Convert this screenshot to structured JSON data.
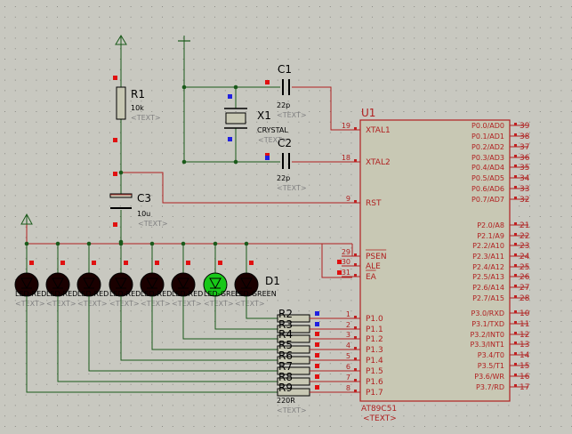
{
  "colors": {
    "background": "#c8c8c0",
    "grid_dot": "#8a8a84",
    "wire": "#1a5a1a",
    "pin": "#c02020",
    "body": "#c8c8b4",
    "outline": "#b02020",
    "text": "#000000",
    "hint": "#808080",
    "led_red": "#1a0000",
    "led_green": "#18c818",
    "marker_red": "#e01010",
    "marker_blue": "#2020e0"
  },
  "chip": {
    "ref": "U1",
    "part": "AT89C51",
    "text": "<TEXT>",
    "left_pins": [
      {
        "num": "19",
        "name": "XTAL1"
      },
      {
        "num": "18",
        "name": "XTAL2"
      },
      {
        "num": "9",
        "name": "RST"
      },
      {
        "num": "29",
        "name": "PSEN"
      },
      {
        "num": "30",
        "name": "ALE"
      },
      {
        "num": "31",
        "name": "EA"
      },
      {
        "num": "1",
        "name": "P1.0"
      },
      {
        "num": "2",
        "name": "P1.1"
      },
      {
        "num": "3",
        "name": "P1.2"
      },
      {
        "num": "4",
        "name": "P1.3"
      },
      {
        "num": "5",
        "name": "P1.4"
      },
      {
        "num": "6",
        "name": "P1.5"
      },
      {
        "num": "7",
        "name": "P1.6"
      },
      {
        "num": "8",
        "name": "P1.7"
      }
    ],
    "right_pins": [
      {
        "num": "39",
        "name": "P0.0/AD0"
      },
      {
        "num": "38",
        "name": "P0.1/AD1"
      },
      {
        "num": "37",
        "name": "P0.2/AD2"
      },
      {
        "num": "36",
        "name": "P0.3/AD3"
      },
      {
        "num": "35",
        "name": "P0.4/AD4"
      },
      {
        "num": "34",
        "name": "P0.5/AD5"
      },
      {
        "num": "33",
        "name": "P0.6/AD6"
      },
      {
        "num": "32",
        "name": "P0.7/AD7"
      },
      {
        "num": "21",
        "name": "P2.0/A8"
      },
      {
        "num": "22",
        "name": "P2.1/A9"
      },
      {
        "num": "23",
        "name": "P2.2/A10"
      },
      {
        "num": "24",
        "name": "P2.3/A11"
      },
      {
        "num": "25",
        "name": "P2.4/A12"
      },
      {
        "num": "26",
        "name": "P2.5/A13"
      },
      {
        "num": "27",
        "name": "P2.6/A14"
      },
      {
        "num": "28",
        "name": "P2.7/A15"
      },
      {
        "num": "10",
        "name": "P3.0/RXD"
      },
      {
        "num": "11",
        "name": "P3.1/TXD"
      },
      {
        "num": "12",
        "name": "P3.2/INT0"
      },
      {
        "num": "13",
        "name": "P3.3/INT1"
      },
      {
        "num": "14",
        "name": "P3.4/T0"
      },
      {
        "num": "15",
        "name": "P3.5/T1"
      },
      {
        "num": "16",
        "name": "P3.6/WR"
      },
      {
        "num": "17",
        "name": "P3.7/RD"
      }
    ]
  },
  "components": {
    "r1": {
      "ref": "R1",
      "value": "10k",
      "text": "<TEXT>"
    },
    "c1": {
      "ref": "C1",
      "value": "22p",
      "text": "<TEXT>"
    },
    "c2": {
      "ref": "C2",
      "value": "22p",
      "text": "<TEXT>"
    },
    "c3": {
      "ref": "C3",
      "value": "10u",
      "text": "<TEXT>"
    },
    "x1": {
      "ref": "X1",
      "value": "CRYSTAL",
      "text": "<TEXT>"
    },
    "d1": {
      "ref": "D1"
    },
    "led_labels": [
      "LED-RED",
      "LED-RED",
      "LED-RED",
      "LED-RED",
      "LED-RED",
      "LED-RED",
      "LED-GREEN",
      "LED-GREEN"
    ],
    "led_text": "<TEXT>",
    "resistor_refs": [
      "R2",
      "R3",
      "R4",
      "R5",
      "R6",
      "R7",
      "R8",
      "R9"
    ],
    "resistor_value": "220R",
    "resistor_text": "<TEXT>"
  }
}
